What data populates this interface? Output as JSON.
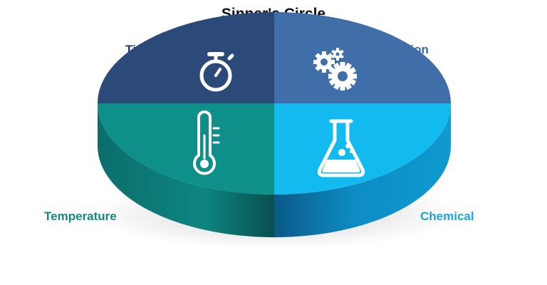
{
  "title": "Sinner's Circle",
  "quadrants": {
    "time": {
      "label": "Time",
      "icon": "stopwatch-icon",
      "color": "#2b4a7a",
      "label_color": "#1f3868"
    },
    "action": {
      "label": "Action",
      "icon": "gears-icon",
      "color": "#3f6ea8",
      "label_color": "#3d6cb0"
    },
    "temperature": {
      "label": "Temperature",
      "icon": "thermometer-icon",
      "color": "#0e8f8a",
      "label_color": "#128a82"
    },
    "chemical": {
      "label": "Chemical",
      "icon": "flask-icon",
      "color": "#13baf0",
      "label_color": "#1ba7e0"
    }
  }
}
